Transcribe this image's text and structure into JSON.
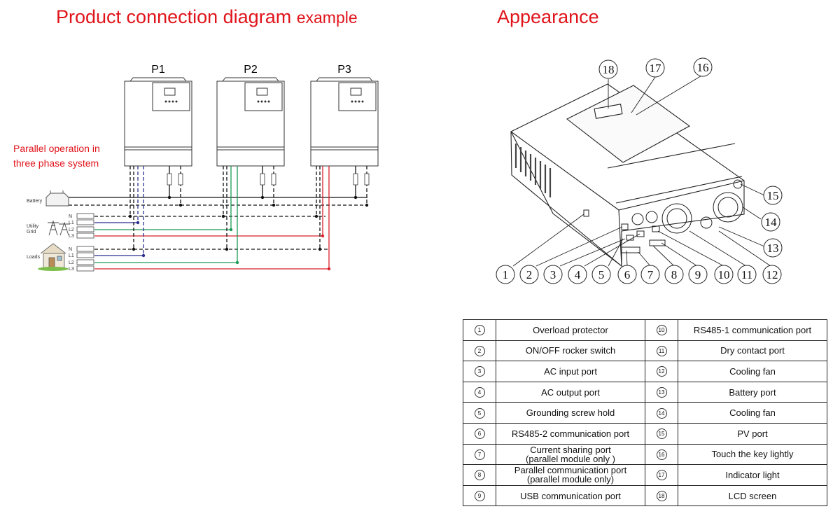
{
  "titles": {
    "left_main": "Product connection diagram",
    "left_small": "example",
    "right": "Appearance"
  },
  "note": {
    "line1": "Parallel operation in",
    "line2": "three phase system"
  },
  "units": [
    "P1",
    "P2",
    "P3"
  ],
  "sources": {
    "battery": "Battery",
    "utility_1": "Utility",
    "utility_2": "Grid",
    "loads": "Loads"
  },
  "bus_labels": {
    "utility": [
      "N",
      "L1",
      "L2",
      "L3"
    ],
    "loads": [
      "N",
      "L1",
      "L2",
      "L3"
    ]
  },
  "wire_colors": {
    "N": "#000000",
    "L1": "#2b2f8f",
    "L2": "#1a9a55",
    "L3": "#d8202a",
    "accent": "#e0141b"
  },
  "callouts": [
    "18",
    "17",
    "16",
    "15",
    "14",
    "13",
    "1",
    "2",
    "3",
    "4",
    "5",
    "6",
    "7",
    "8",
    "9",
    "10",
    "11",
    "12"
  ],
  "parts_table": [
    {
      "num_left": "1",
      "left": [
        "Overload protector"
      ],
      "num_right": "10",
      "right": "RS485-1 communication port"
    },
    {
      "num_left": "2",
      "left": [
        "ON/OFF rocker switch"
      ],
      "num_right": "11",
      "right": "Dry contact port"
    },
    {
      "num_left": "3",
      "left": [
        "AC input port"
      ],
      "num_right": "12",
      "right": "Cooling fan"
    },
    {
      "num_left": "4",
      "left": [
        "AC output port"
      ],
      "num_right": "13",
      "right": "Battery port"
    },
    {
      "num_left": "5",
      "left": [
        "Grounding screw hold"
      ],
      "num_right": "14",
      "right": "Cooling fan"
    },
    {
      "num_left": "6",
      "left": [
        "RS485-2 communication port"
      ],
      "num_right": "15",
      "right": "PV port"
    },
    {
      "num_left": "7",
      "left": [
        "Current sharing port",
        "(parallel module only )"
      ],
      "num_right": "16",
      "right": "Touch the key lightly"
    },
    {
      "num_left": "8",
      "left": [
        "Parallel communication port",
        "(parallel module only)"
      ],
      "num_right": "17",
      "right": "Indicator light"
    },
    {
      "num_left": "9",
      "left": [
        "USB communication port"
      ],
      "num_right": "18",
      "right": "LCD screen"
    }
  ]
}
